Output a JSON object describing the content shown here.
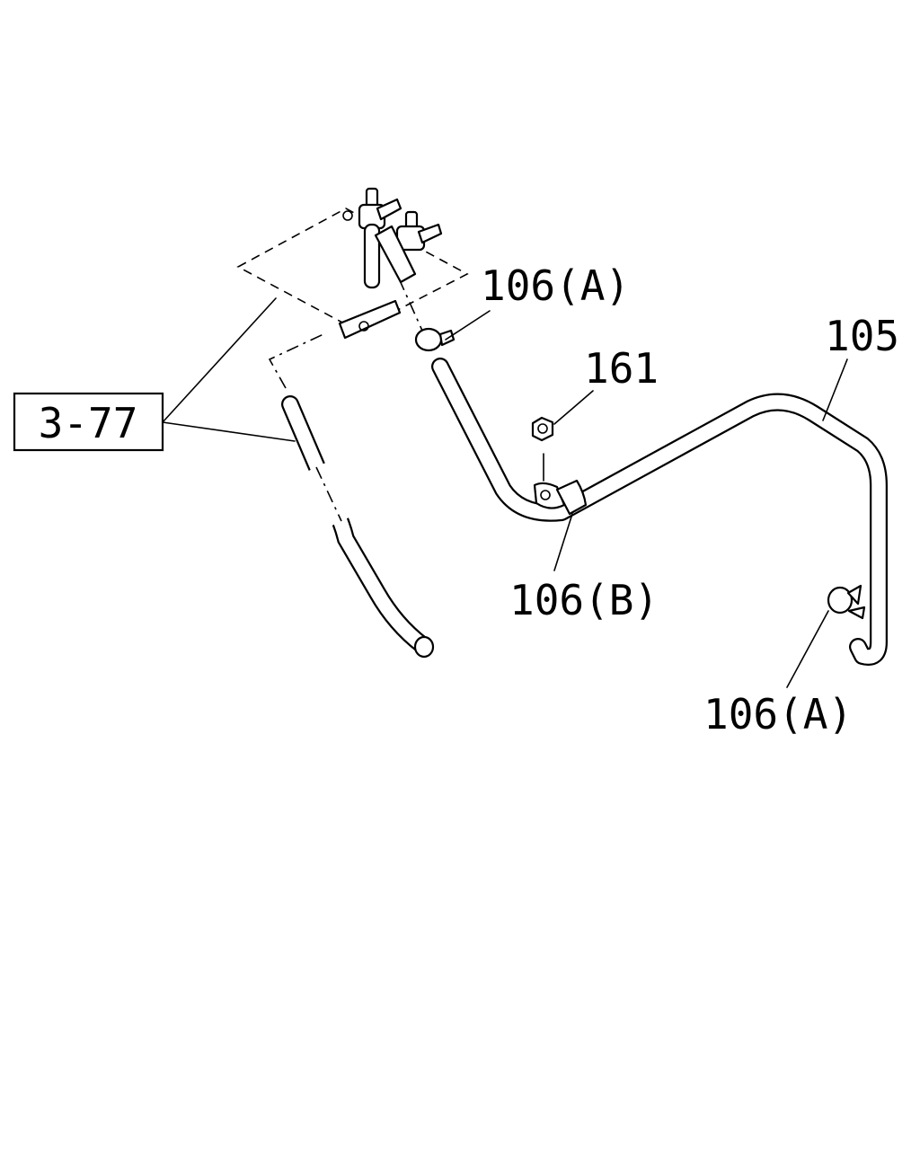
{
  "diagram": {
    "labels": {
      "ref_box": "3-77",
      "clip_a_top": "106(A)",
      "nut": "161",
      "hose": "105",
      "clip_b": "106(B)",
      "clip_a_bottom": "106(A)"
    }
  }
}
